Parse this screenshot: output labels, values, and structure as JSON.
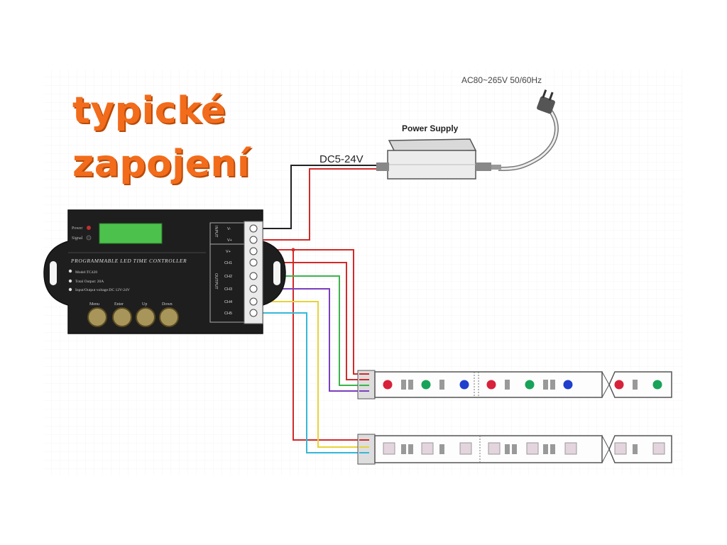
{
  "title": {
    "line1": "typické",
    "line2": "zapojení"
  },
  "mains_label": "AC80~265V 50/60Hz",
  "power_supply": {
    "label": "Power Supply"
  },
  "dc_label": "DC5-24V",
  "controller": {
    "power_led_label": "Power",
    "signal_led_label": "Signal",
    "name": "PROGRAMMABLE LED TIME CONTROLLER",
    "spec1": "Model:TC420",
    "spec2": "Total Output: 20A",
    "spec3": "Input/Output voltage:DC 12V-24V",
    "buttons": [
      "Menu",
      "Enter",
      "Up",
      "Down"
    ],
    "input_label": "INPUT",
    "output_label": "OUTPUT",
    "terminals": [
      "V-",
      "V+",
      "V+",
      "CH1",
      "CH2",
      "CH3",
      "CH4",
      "CH5"
    ]
  },
  "colors": {
    "title": "#f26c1b",
    "controller_body": "#1e1e1e",
    "lcd": "#4cc24c",
    "wire_black": "#222222",
    "wire_red": "#d22a2a",
    "wire_green": "#3ab54a",
    "wire_blue": "#3b3fbf",
    "wire_purple": "#7b3fbf",
    "wire_yellow": "#e8d23a",
    "wire_cyan": "#35b8d8",
    "led_red": "#d8213a",
    "led_green": "#17a35a",
    "led_blue": "#1f3fcc"
  }
}
